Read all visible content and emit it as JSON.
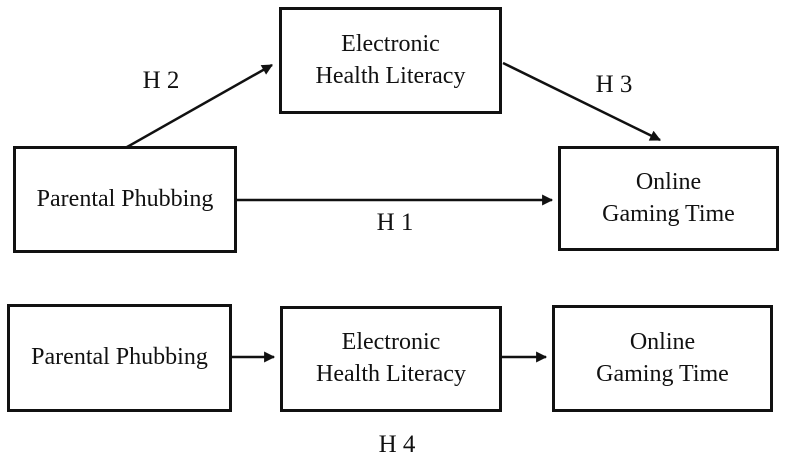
{
  "figure": {
    "background_color": "#ffffff",
    "line_color": "#111111",
    "top_model": {
      "predictor": "Parental Phubbing",
      "mediator": "Electronic\nHealth Literacy",
      "outcome": "Online\nGaming Time",
      "labels": {
        "h1": "H 1",
        "h2": "H 2",
        "h3": "H 3"
      }
    },
    "bottom_model": {
      "predictor": "Parental Phubbing",
      "mediator": "Electronic\nHealth Literacy",
      "outcome": "Online\nGaming Time",
      "labels": {
        "h4": "H 4"
      }
    }
  }
}
